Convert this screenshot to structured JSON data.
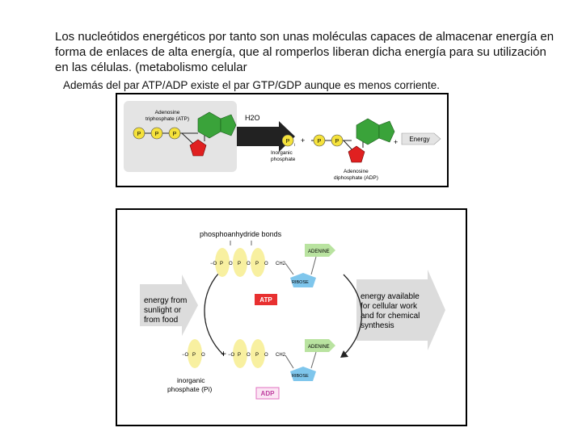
{
  "paragraph": "Los nucleótidos energéticos por tanto son unas moléculas capaces de almacenar energía en forma de enlaces de alta energía, que al romperlos liberan dicha energía para su utilización en las células. (metabolismo celular",
  "subparagraph": "Además del par ATP/ADP existe el par GTP/GDP aunque es menos corriente.",
  "fig1": {
    "atp_name": [
      "Adenosine",
      "triphosphate (ATP)"
    ],
    "water": "H2O",
    "phosphate": "P",
    "phosphate_subscript": "i",
    "plus": "+",
    "inorganic_label": [
      "Inorganic",
      "phosphate"
    ],
    "energy": "Energy",
    "adp_name": [
      "Adenosine",
      "diphosphate (ADP)"
    ],
    "colors": {
      "phosphate": "#f5e23c",
      "sugar": "#e02020",
      "base": "#3aa33a",
      "panel": "#e4e4e4"
    }
  },
  "fig2": {
    "bonds_label": "phosphoanhydride bonds",
    "adenine": "ADENINE",
    "ribose": "RIBOSE",
    "atp_tag": "ATP",
    "adp_tag": "ADP",
    "energy_in": [
      "energy from",
      "sunlight or",
      "from food"
    ],
    "energy_out": [
      "energy available",
      "for cellular work",
      "and for chemical",
      "synthesis"
    ],
    "inorganic": [
      "inorganic",
      "phosphate (Pi)"
    ],
    "plus": "+",
    "o": "O",
    "p": "P",
    "minus_o": "−O",
    "ch2": "CH2",
    "colors": {
      "atp_tag": "#e83030",
      "adp_tag": "#e070c0",
      "adenine": "#b9e3a0",
      "ribose": "#7fc6ec",
      "phosphate": "#f8f0a0",
      "arrow": "#dcdcdc"
    }
  }
}
